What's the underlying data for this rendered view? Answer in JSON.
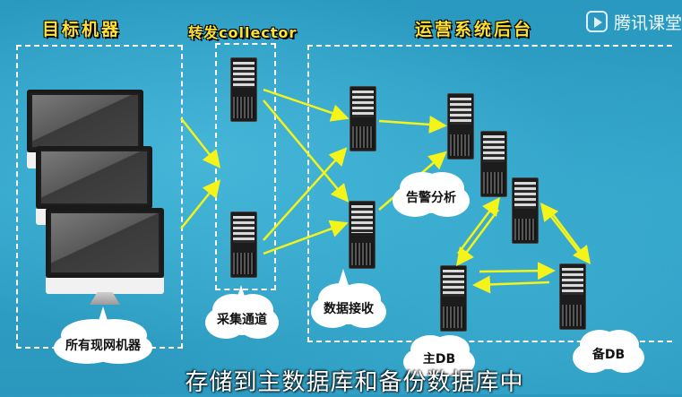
{
  "headings": {
    "targets": "目标机器",
    "collector": "转发collector",
    "backend": "运营系统后台"
  },
  "labels": {
    "all_machines": "所有现网机器",
    "collection_channel": "采集通道",
    "data_receive": "数据接收",
    "alarm_analysis": "告警分析",
    "primary_db": "主DB",
    "backup_db": "备DB"
  },
  "watermark": {
    "text": "腾讯课堂",
    "icon": "play-icon"
  },
  "subtitle": "存储到主数据库和备份数据库中",
  "colors": {
    "background": "#2f9fc4",
    "heading": "#ffe135",
    "arrow": "#f4f41a",
    "dashed_border": "#ffffff"
  }
}
